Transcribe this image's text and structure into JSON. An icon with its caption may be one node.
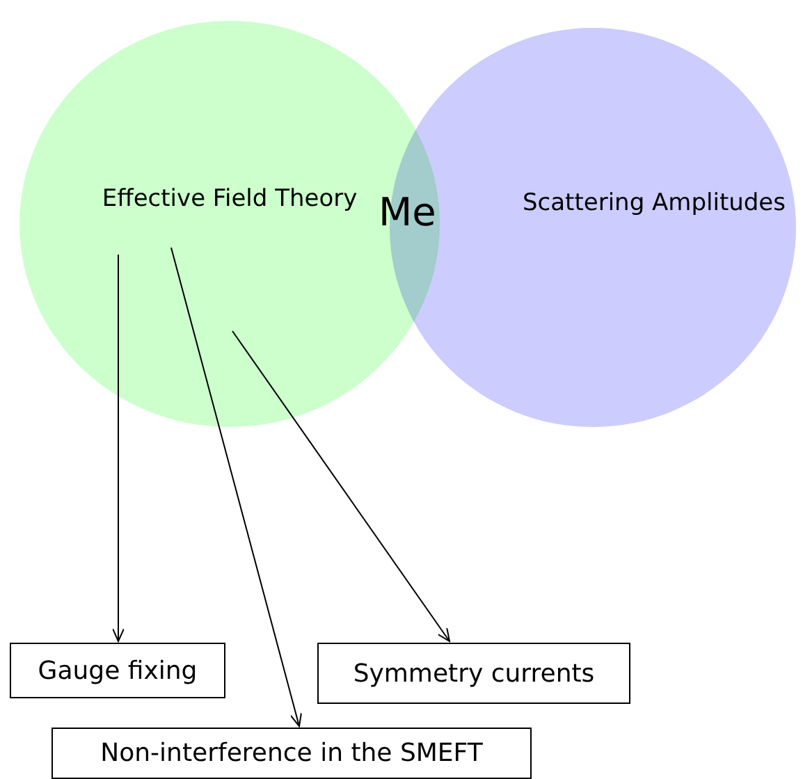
{
  "diagram": {
    "nodes": [
      {
        "text": [
          "Effective Field Theory"
        ]
      },
      {
        "text": [
          "Scattering Amplitudes"
        ]
      },
      {
        "text": [
          "Gauge fixing"
        ]
      },
      {
        "text": [
          "Symmetry currents"
        ]
      },
      {
        "text": [
          "Non-interference in the SMEFT"
        ]
      }
    ],
    "edges": [
      {
        "from": 0,
        "to": 2,
        "arrow": "to"
      },
      {
        "from": 0,
        "to": 4,
        "arrow": "to"
      },
      {
        "from": 0,
        "to": 3,
        "arrow": "to"
      }
    ],
    "labels": [
      "Me"
    ]
  }
}
